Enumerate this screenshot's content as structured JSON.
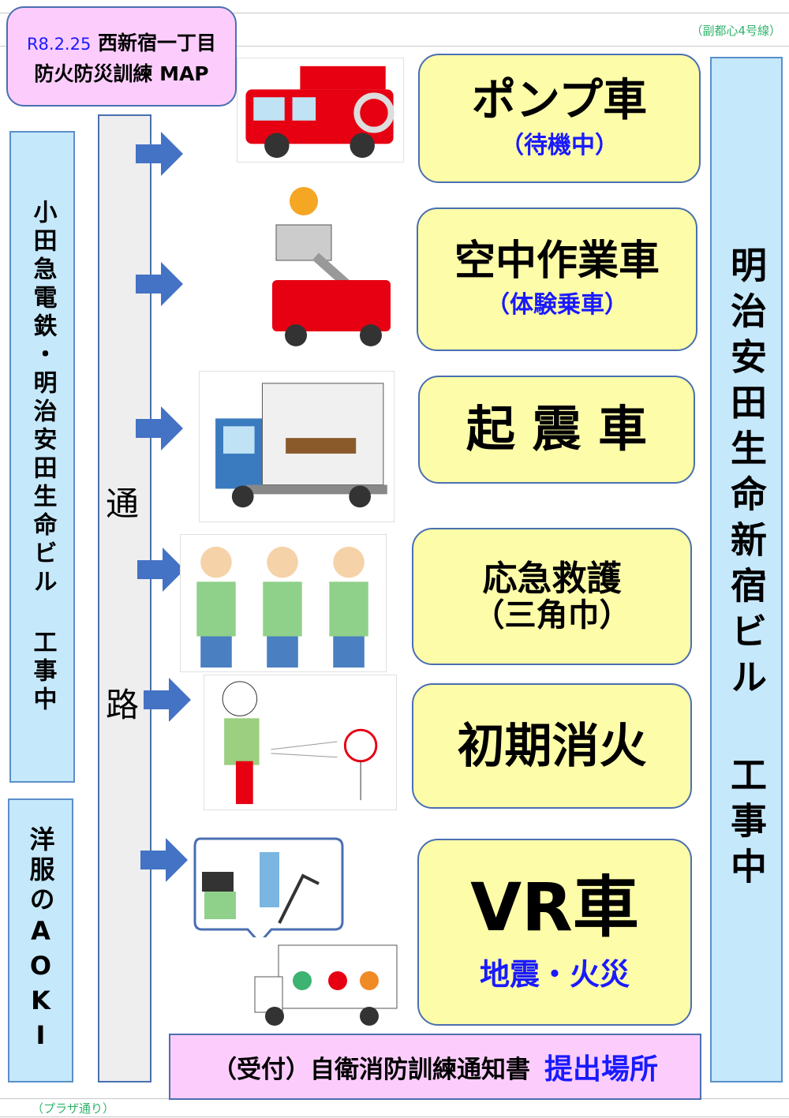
{
  "title": {
    "date": "R8.2.25",
    "line1": "西新宿一丁目",
    "line2": "防火防災訓練 MAP"
  },
  "notes": {
    "top_right": "（副都心4号線）",
    "bottom_left": "（プラザ通り）"
  },
  "left_buildings": [
    {
      "label": "小田急電鉄・明治安田生命ビル 工事中"
    },
    {
      "label": "洋服のAOKI"
    }
  ],
  "right_building": {
    "label": "明治安田生命新宿ビル 工事中"
  },
  "road": {
    "char1": "通",
    "char2": "路"
  },
  "stations": [
    {
      "name": "ポンプ車",
      "sub": "（待機中）",
      "icon": "fire-pump-truck"
    },
    {
      "name": "空中作業車",
      "sub": "（体験乗車）",
      "icon": "aerial-ladder-truck"
    },
    {
      "name": "起 震 車",
      "sub": "",
      "icon": "earthquake-simulator-truck"
    },
    {
      "name": "応急救護",
      "sub": "（三角巾）",
      "icon": "first-aid-sling"
    },
    {
      "name": "初期消火",
      "sub": "",
      "icon": "fire-extinguisher"
    },
    {
      "name": "VR車",
      "sub": "地震・火災",
      "icon": "vr-truck"
    }
  ],
  "reception": {
    "label": "（受付）自衛消防訓練通知書",
    "highlight": "提出場所"
  },
  "colors": {
    "pink": "#fccdfc",
    "yellow": "#fdfca8",
    "blue_box": "#c5e8fb",
    "arrow": "#4472c4",
    "accent_text": "#1a1aff"
  }
}
